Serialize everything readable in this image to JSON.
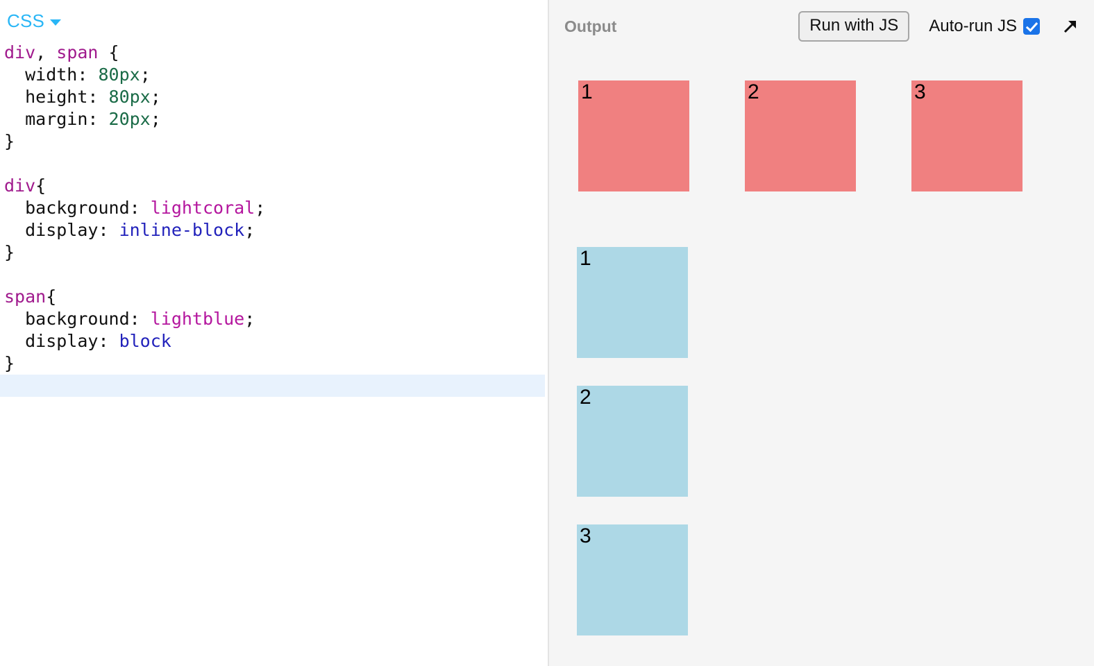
{
  "editor": {
    "language_label": "CSS",
    "caret_icon": "chevron-down-icon",
    "code_lines": [
      {
        "tokens": [
          {
            "t": "div",
            "c": "sel"
          },
          {
            "t": ", ",
            "c": "punc"
          },
          {
            "t": "span",
            "c": "sel"
          },
          {
            "t": " {",
            "c": "punc"
          }
        ]
      },
      {
        "tokens": [
          {
            "t": "  width: ",
            "c": "prop"
          },
          {
            "t": "80px",
            "c": "num"
          },
          {
            "t": ";",
            "c": "punc"
          }
        ]
      },
      {
        "tokens": [
          {
            "t": "  height: ",
            "c": "prop"
          },
          {
            "t": "80px",
            "c": "num"
          },
          {
            "t": ";",
            "c": "punc"
          }
        ]
      },
      {
        "tokens": [
          {
            "t": "  margin: ",
            "c": "prop"
          },
          {
            "t": "20px",
            "c": "num"
          },
          {
            "t": ";",
            "c": "punc"
          }
        ]
      },
      {
        "tokens": [
          {
            "t": "}",
            "c": "punc"
          }
        ]
      },
      {
        "tokens": []
      },
      {
        "tokens": [
          {
            "t": "div",
            "c": "sel"
          },
          {
            "t": "{",
            "c": "punc"
          }
        ]
      },
      {
        "tokens": [
          {
            "t": "  background: ",
            "c": "prop"
          },
          {
            "t": "lightcoral",
            "c": "val"
          },
          {
            "t": ";",
            "c": "punc"
          }
        ]
      },
      {
        "tokens": [
          {
            "t": "  display: ",
            "c": "prop"
          },
          {
            "t": "inline-block",
            "c": "kw"
          },
          {
            "t": ";",
            "c": "punc"
          }
        ]
      },
      {
        "tokens": [
          {
            "t": "}",
            "c": "punc"
          }
        ]
      },
      {
        "tokens": []
      },
      {
        "tokens": [
          {
            "t": "span",
            "c": "sel"
          },
          {
            "t": "{",
            "c": "punc"
          }
        ]
      },
      {
        "tokens": [
          {
            "t": "  background: ",
            "c": "prop"
          },
          {
            "t": "lightblue",
            "c": "val"
          },
          {
            "t": ";",
            "c": "punc"
          }
        ]
      },
      {
        "tokens": [
          {
            "t": "  display: ",
            "c": "prop"
          },
          {
            "t": "block",
            "c": "kw"
          }
        ]
      },
      {
        "tokens": [
          {
            "t": "}",
            "c": "punc"
          }
        ]
      },
      {
        "tokens": [],
        "active": true
      }
    ],
    "code_text": "div, span {\n  width: 80px;\n  height: 80px;\n  margin: 20px;\n}\n\ndiv{\n  background: lightcoral;\n  display: inline-block;\n}\n\nspan{\n  background: lightblue;\n  display: block\n}\n"
  },
  "output": {
    "title": "Output",
    "run_button_label": "Run with JS",
    "autorun_label": "Auto-run JS",
    "autorun_checked": true,
    "expand_icon": "expand-arrow-icon",
    "inline_boxes": [
      {
        "label": "1",
        "color": "#f08080"
      },
      {
        "label": "2",
        "color": "#f08080"
      },
      {
        "label": "3",
        "color": "#f08080"
      }
    ],
    "block_boxes": [
      {
        "label": "1",
        "color": "#add8e6"
      },
      {
        "label": "2",
        "color": "#add8e6"
      },
      {
        "label": "3",
        "color": "#add8e6"
      }
    ]
  },
  "colors": {
    "accent_blue": "#29b6f6",
    "checkbox_blue": "#1a73e8",
    "lightcoral": "#f08080",
    "lightblue": "#add8e6",
    "output_bg": "#f5f5f5",
    "active_line": "#e8f2fd",
    "selector_purple": "#a01a8d",
    "value_magenta": "#b4169e",
    "number_green": "#1a6b47",
    "keyword_navy": "#2222bb"
  }
}
